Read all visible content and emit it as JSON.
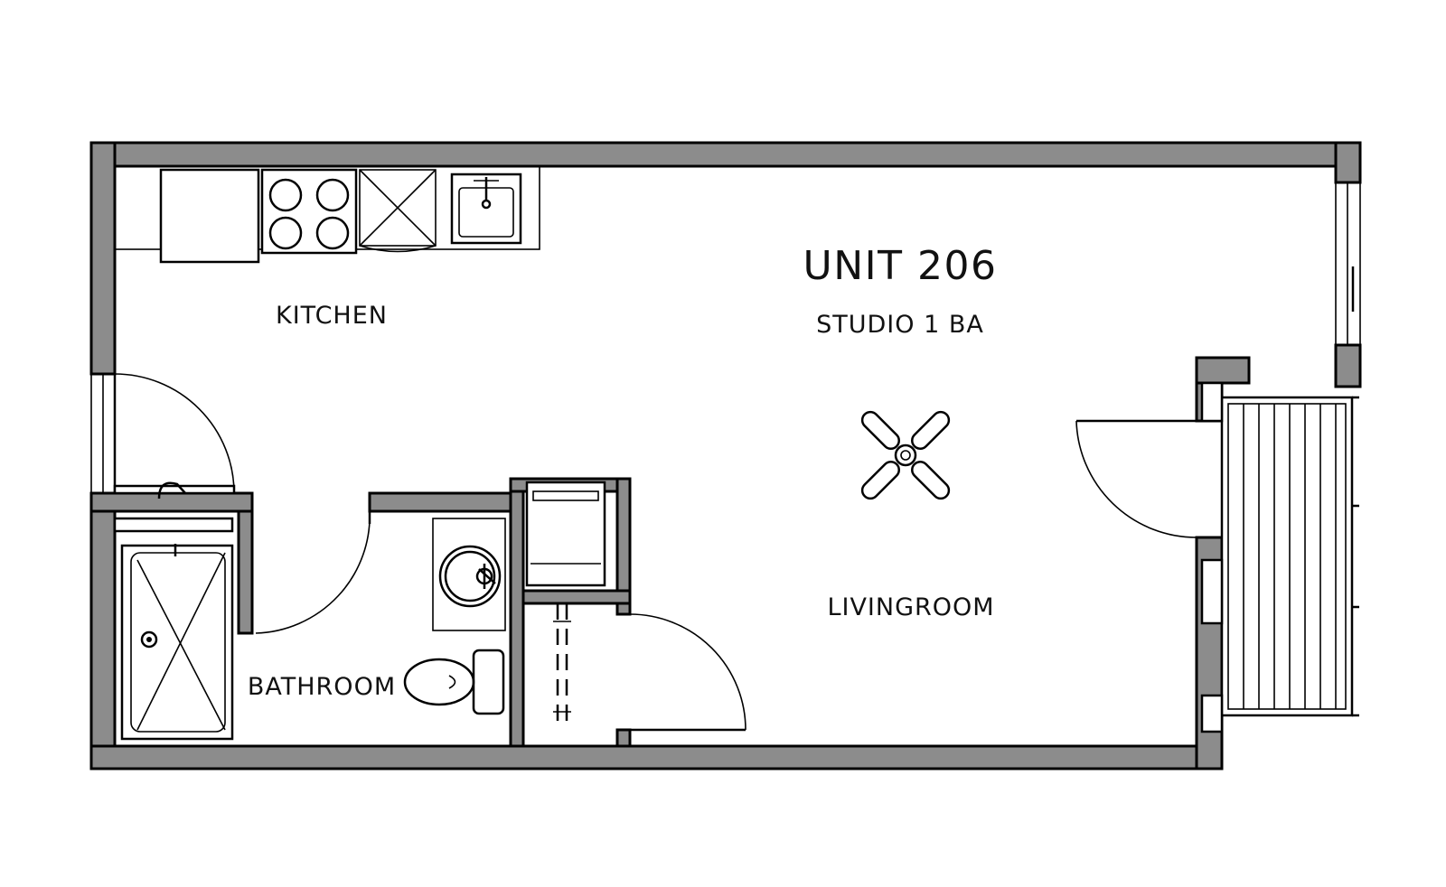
{
  "unit": {
    "title": "UNIT 206",
    "subtitle": "STUDIO 1 BA"
  },
  "rooms": {
    "kitchen": "KITCHEN",
    "bathroom": "BATHROOM",
    "living": "LIVINGROOM"
  },
  "colors": {
    "wall_fill": "#8c8c8c",
    "line": "#000000",
    "background": "#ffffff"
  }
}
